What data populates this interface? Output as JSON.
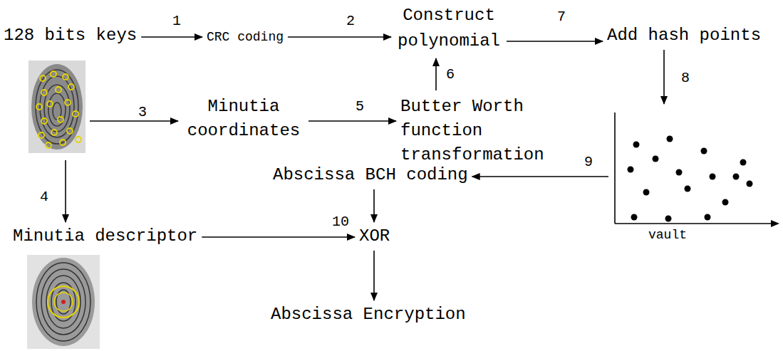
{
  "diagram": {
    "nodes": [
      {
        "text": [
          "128 bits keys"
        ]
      },
      {
        "text": [
          "CRC coding"
        ]
      },
      {
        "text": [
          "Construct polynomial"
        ]
      },
      {
        "text": [
          "Add hash points"
        ]
      },
      {
        "text": [
          "Minutia coordinates"
        ]
      },
      {
        "text": [
          "Butter Worth function transformation"
        ]
      },
      {
        "text": [
          "vault"
        ]
      },
      {
        "text": [
          "Abscissa BCH coding"
        ]
      },
      {
        "text": [
          "Minutia descriptor"
        ]
      },
      {
        "text": [
          "XOR"
        ]
      },
      {
        "text": [
          "Abscissa Encryption"
        ]
      }
    ],
    "edges": [
      {
        "from": 0,
        "to": 1,
        "label": "1",
        "arrow": "to"
      },
      {
        "from": 1,
        "to": 2,
        "label": "2",
        "arrow": "to"
      },
      {
        "from": 4,
        "to": 5,
        "label": "5",
        "arrow": "to"
      },
      {
        "from": 5,
        "to": 2,
        "label": "6",
        "arrow": "to"
      },
      {
        "from": 2,
        "to": 3,
        "label": "7",
        "arrow": "to"
      },
      {
        "from": 3,
        "to": 6,
        "label": "8",
        "arrow": "to"
      },
      {
        "from": 6,
        "to": 7,
        "label": "9",
        "arrow": "to"
      },
      {
        "from": 7,
        "to": 9,
        "arrow": "to"
      },
      {
        "from": 8,
        "to": 9,
        "label": "10",
        "arrow": "to"
      },
      {
        "from": 9,
        "to": 10,
        "arrow": "to"
      }
    ],
    "labels": [
      "3",
      "4"
    ]
  }
}
